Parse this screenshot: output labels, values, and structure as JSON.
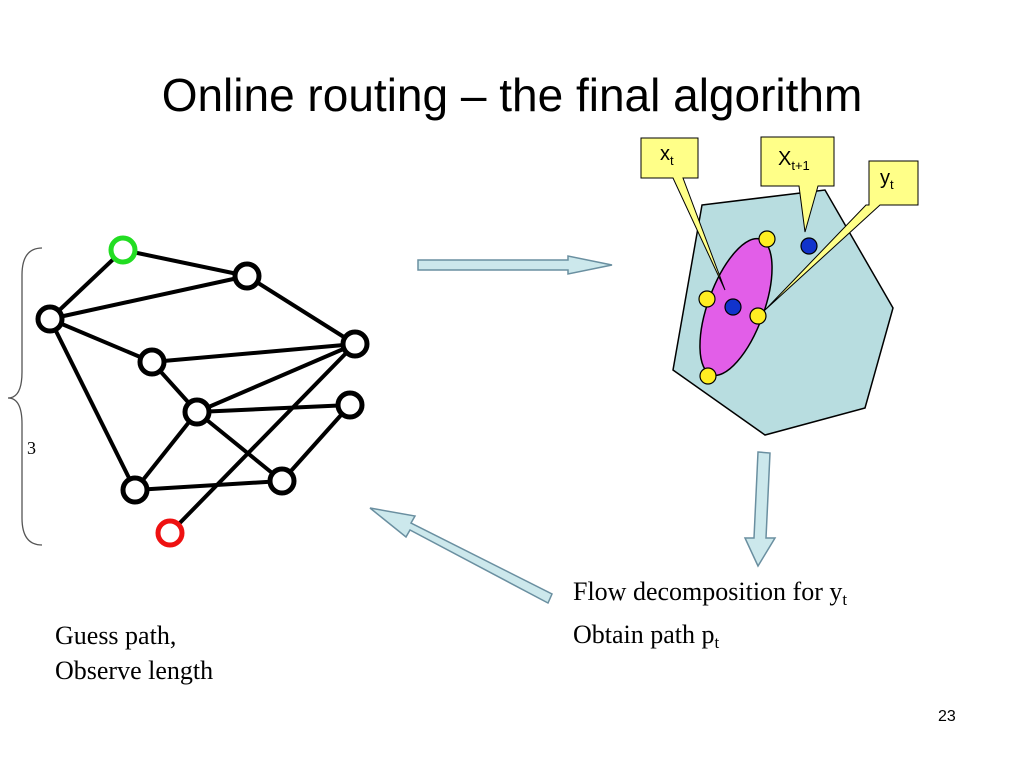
{
  "title": "Online routing – the final algorithm",
  "callouts": {
    "x": {
      "main": "x",
      "sub": "t"
    },
    "X": {
      "main": "X",
      "sub": "t+1"
    },
    "y": {
      "main": "y",
      "sub": "t"
    }
  },
  "brace_label": "3",
  "left_text": {
    "line1": "Guess path,",
    "line2": "Observe length"
  },
  "right_text": {
    "line1_main": "Flow decomposition for y",
    "line1_sub": "t",
    "line2_main": "Obtain path p",
    "line2_sub": "t"
  },
  "page_number": "23",
  "colors": {
    "source_node": "#22dd22",
    "sink_node": "#ee1111",
    "polytope": "#b8dde0",
    "ellipse": "#e25ee8",
    "yellow_point": "#ffee22",
    "blue_point": "#1133cc",
    "callout": "#ffff88",
    "arrow": "#cce8ec"
  }
}
